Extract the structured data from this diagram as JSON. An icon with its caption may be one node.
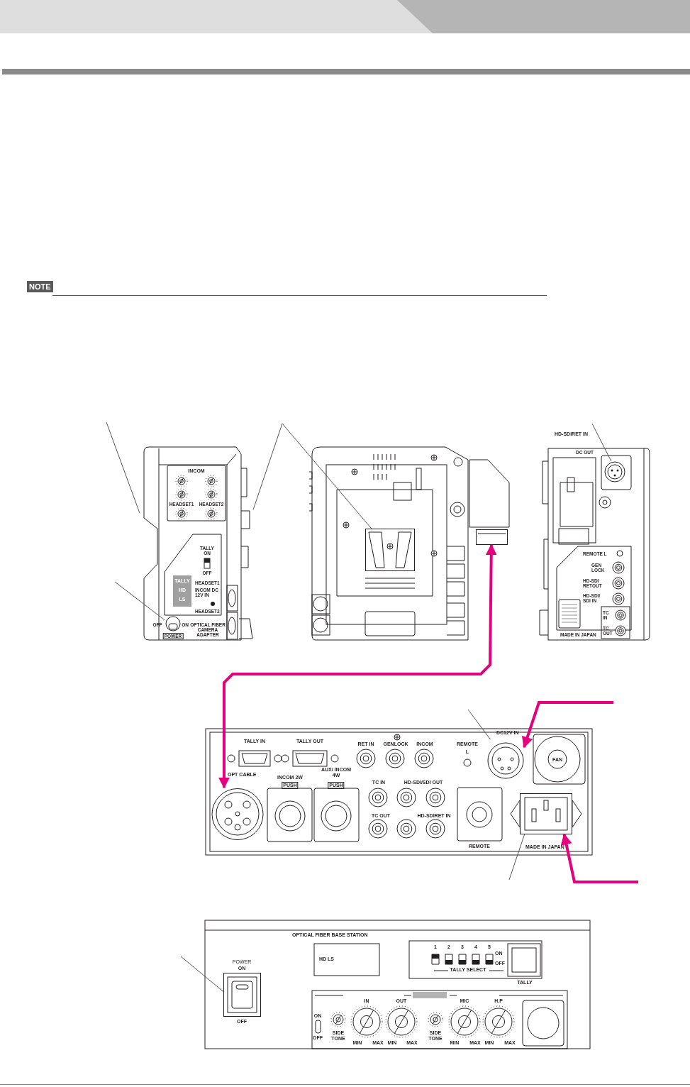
{
  "diagram": {
    "nodes": [
      {
        "text": [],
        "shape": "picture"
      },
      {
        "text": [],
        "shape": "circle",
        "in": 0
      },
      {
        "text": [],
        "shape": "picture"
      },
      {
        "text": [],
        "shape": "box",
        "in": 2
      },
      {
        "text": [],
        "shape": "box"
      },
      {
        "text": [],
        "shape": "picture"
      },
      {
        "text": [],
        "shape": "circle",
        "in": 5
      },
      {
        "text": [],
        "shape": "picture"
      },
      {
        "text": [],
        "shape": "circle",
        "in": 7
      },
      {
        "text": [],
        "shape": "circle",
        "in": 7
      },
      {
        "text": [],
        "shape": "box",
        "in": 7
      },
      {
        "text": [],
        "shape": "picture"
      },
      {
        "text": [],
        "shape": "box",
        "in": 11
      }
    ],
    "edges": [
      {
        "from": null,
        "to": 0,
        "arrow": "none"
      },
      {
        "from": null,
        "to": 0,
        "arrow": "none"
      },
      {
        "from": null,
        "to": 3,
        "arrow": "none"
      },
      {
        "from": null,
        "to": 1,
        "arrow": "none"
      },
      {
        "from": null,
        "to": 6,
        "arrow": "none"
      },
      {
        "from": 8,
        "to": 4,
        "arrow": "both",
        "style": "thick",
        "color": "#e6007e"
      },
      {
        "from": null,
        "to": 9,
        "arrow": "to",
        "style": "thick",
        "color": "#e6007e"
      },
      {
        "from": null,
        "to": 9,
        "arrow": "none"
      },
      {
        "from": null,
        "to": 10,
        "arrow": "to",
        "style": "thick",
        "color": "#e6007e"
      },
      {
        "from": null,
        "to": 10,
        "arrow": "none"
      },
      {
        "from": null,
        "to": 12,
        "arrow": "none"
      }
    ],
    "labels": [
      "NOTE",
      "INCOM",
      "HEADSET1",
      "HEADSET2",
      "TALLY ON",
      "OFF",
      "TALLY",
      "HD",
      "LS",
      "HEADSET1",
      "INCOM DC 12V IN",
      "HEADSET2",
      "OFF",
      "ON",
      "POWER",
      "OPTICAL FIBER CAMERA ADAPTER",
      "HD-SDIRET IN",
      "DC OUT",
      "REMOTE L",
      "GEN LOCK",
      "HD-SDI RETOUT",
      "HD-SDI/ SDI IN",
      "TC IN",
      "TC OUT",
      "MADE IN JAPAN",
      "TALLY IN",
      "TALLY OUT",
      "RET IN",
      "GENLOCK",
      "INCOM",
      "REMOTE",
      "L",
      "DC12V IN",
      "FAN",
      "OPT CABLE",
      "INCOM 2W",
      "PUSH",
      "AUX/ INCOM 4W",
      "PUSH",
      "TC IN",
      "HD-SDI/SDI OUT",
      "TC OUT",
      "HD-SDIRET IN",
      "REMOTE",
      "MADE IN JAPAN",
      "POWER",
      "ON",
      "OFF",
      "OPTICAL FIBER BASE STATION",
      "HD LS",
      "1",
      "2",
      "3",
      "4",
      "5",
      "ON",
      "OFF",
      "TALLY SELECT",
      "TALLY",
      "ON",
      "OFF",
      "IN",
      "OUT",
      "SIDE TONE",
      "MIN",
      "MAX",
      "MIN",
      "MAX",
      "SIDE TONE",
      "MIC",
      "H.P",
      "MIN",
      "MAX",
      "MIN",
      "MAX"
    ]
  }
}
